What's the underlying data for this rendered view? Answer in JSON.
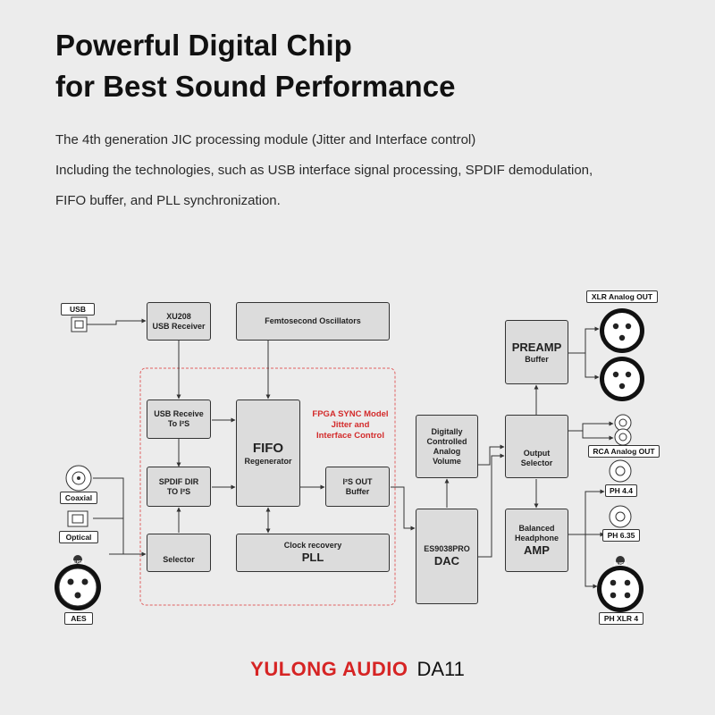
{
  "heading": {
    "line1": "Powerful Digital Chip",
    "line2": "for Best Sound Performance"
  },
  "description": [
    "The 4th generation JIC processing module (Jitter and Interface control)",
    "Including the technologies, such as USB interface signal processing, SPDIF demodulation,",
    "FIFO buffer, and PLL synchronization."
  ],
  "inputs": {
    "usb": "USB",
    "coaxial": "Coaxial",
    "optical": "Optical",
    "aes": "AES",
    "push": "PUSH"
  },
  "blocks": {
    "xu208": [
      "XU208",
      "USB Receiver"
    ],
    "femto": "Femtosecond Oscillators",
    "usb_i2s": [
      "USB Receive",
      "To I²S"
    ],
    "spdif": [
      "SPDIF DIR",
      "TO I²S"
    ],
    "selector": "Selector",
    "fifo": [
      "FIFO",
      "Regenerator"
    ],
    "fpga": [
      "FPGA SYNC Model",
      "Jitter and",
      "Interface Control"
    ],
    "i2s_out": [
      "I²S OUT",
      "Buffer"
    ],
    "pll": [
      "Clock recovery",
      "PLL"
    ],
    "volume": [
      "Digitally",
      "Controlled",
      "Analog",
      "Volume"
    ],
    "dac": [
      "ES9038PRO",
      "DAC"
    ],
    "preamp": [
      "PREAMP",
      "Buffer"
    ],
    "output_selector": [
      "Output",
      "Selector"
    ],
    "hp_amp": [
      "Balanced",
      "Headphone",
      "AMP"
    ]
  },
  "outputs": {
    "xlr": "XLR Analog OUT",
    "rca": "RCA Analog OUT",
    "ph44": "PH 4.4",
    "ph635": "PH 6.35",
    "phxlr": "PH XLR 4",
    "push": "PUSH"
  },
  "brand": {
    "name": "YULONG AUDIO",
    "model": "DA11"
  },
  "colors": {
    "accent": "#d62424",
    "block_fill": "#dcdcdc",
    "line": "#333333"
  }
}
